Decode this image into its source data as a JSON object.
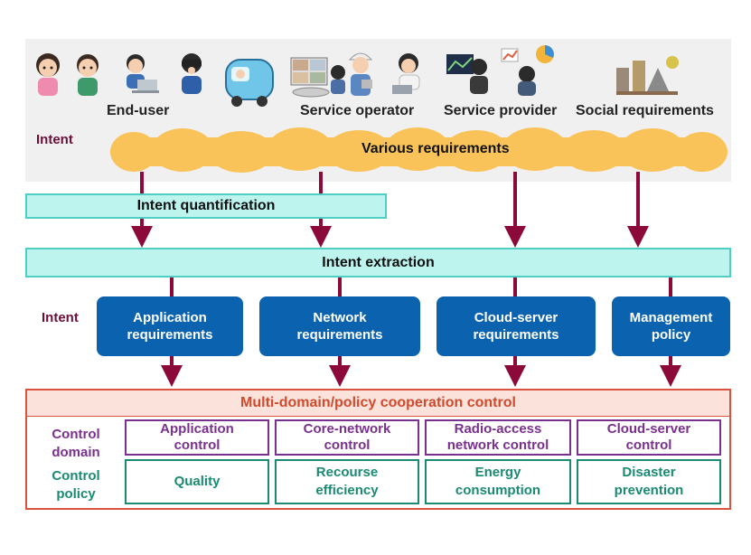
{
  "actors": {
    "end_user": "End-user",
    "service_operator": "Service operator",
    "service_provider": "Service provider",
    "social_requirements": "Social requirements"
  },
  "intent_label_top": "Intent",
  "cloud_text": "Various requirements",
  "intent_quantification": "Intent quantification",
  "intent_extraction": "Intent extraction",
  "intent_label_mid": "Intent",
  "requirements": [
    {
      "line1": "Application",
      "line2": "requirements"
    },
    {
      "line1": "Network",
      "line2": "requirements"
    },
    {
      "line1": "Cloud-server",
      "line2": "requirements"
    },
    {
      "line1": "Management",
      "line2": "policy"
    }
  ],
  "cooperation_title": "Multi-domain/policy cooperation control",
  "control_domain_label": {
    "line1": "Control",
    "line2": "domain"
  },
  "control_policy_label": {
    "line1": "Control",
    "line2": "policy"
  },
  "domains": [
    {
      "line1": "Application",
      "line2": "control"
    },
    {
      "line1": "Core-network",
      "line2": "control"
    },
    {
      "line1": "Radio-access",
      "line2": "network control"
    },
    {
      "line1": "Cloud-server",
      "line2": "control"
    }
  ],
  "policies": [
    {
      "line1": "Quality",
      "line2": ""
    },
    {
      "line1": "Recourse",
      "line2": "efficiency"
    },
    {
      "line1": "Energy",
      "line2": "consumption"
    },
    {
      "line1": "Disaster",
      "line2": "prevention"
    }
  ],
  "colors": {
    "arrow": "#8b0a3a",
    "blue_box": "#0b63b0",
    "cyan_box": "#bdf5ee",
    "cloud": "#f9c35a",
    "domain": "#7b2f8f",
    "policy": "#1a8a72",
    "cooperation": "#d04a2d"
  },
  "icons": [
    "girl-icon",
    "boy-icon",
    "laptop-user-icon",
    "vr-user-icon",
    "autonomous-bus-icon",
    "video-conference-icon",
    "engineer-icon",
    "operator-headset-icon",
    "trader-icon",
    "analyst-charts-icon",
    "disaster-scene-icon"
  ]
}
